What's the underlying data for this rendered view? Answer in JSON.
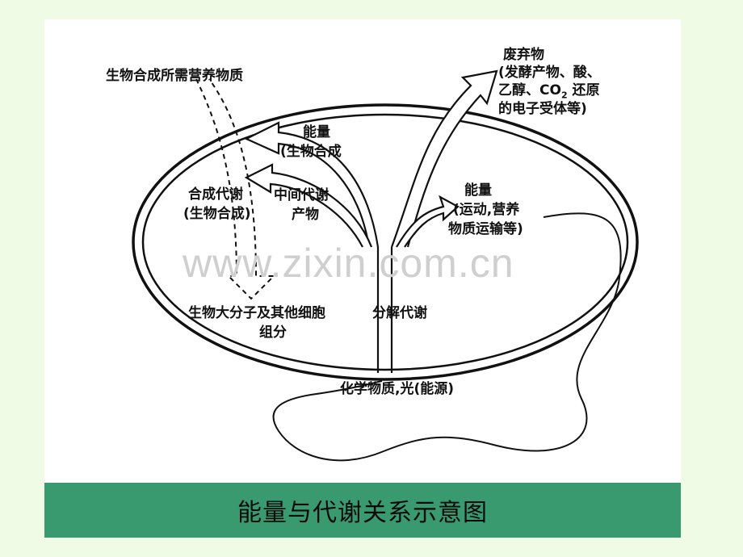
{
  "caption": "能量与代谢关系示意图",
  "watermark": "www.zixin.com.cn",
  "labels": {
    "nutrients": "生物合成所需营养物质",
    "waste_title": "废弃物",
    "waste_l1": "(发酵产物、酸、",
    "waste_l2a": "乙醇、CO",
    "waste_l2_sub": "2",
    "waste_l2b": " 还原",
    "waste_l3": "的电子受体等)",
    "energy_bio_title": "能量",
    "energy_bio_sub": "(生物合成",
    "anabolism_l1": "合成代谢",
    "anabolism_l2": "(生物合成)",
    "intermediates_l1": "中间代谢",
    "intermediates_l2": "产物",
    "energy_motion_title": "能量",
    "energy_motion_l1": "(运动,营养",
    "energy_motion_l2": "物质运输等)",
    "macromolecules_l1": "生物大分子及其他细胞",
    "macromolecules_l2": "组分",
    "catabolism": "分解代谢",
    "sources": "化学物质,光(能源)"
  },
  "colors": {
    "page_bg": "#f0fbe6",
    "panel_bg": "#ffffff",
    "caption_bg": "#3a9a6f",
    "ink": "#111111"
  }
}
